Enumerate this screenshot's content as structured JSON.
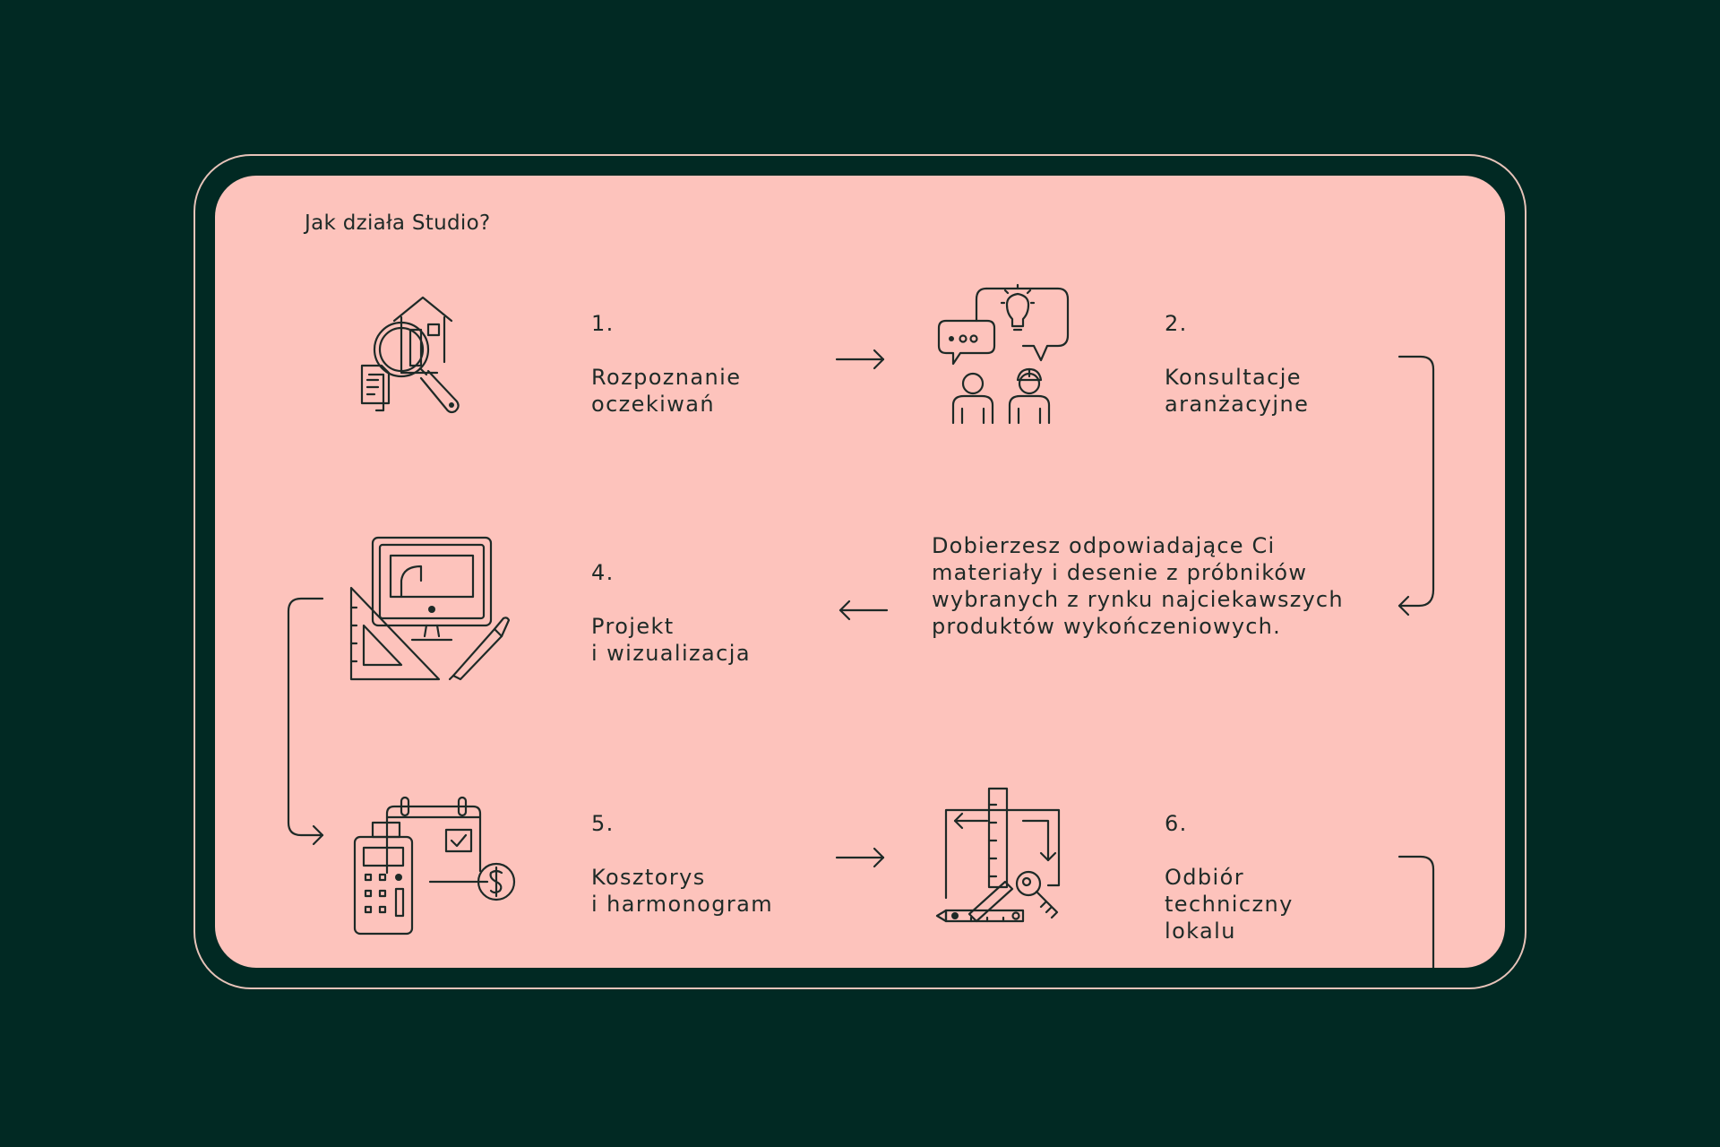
{
  "heading": "Jak działa Studio?",
  "steps": [
    {
      "number": "1.",
      "title": "Rozpoznanie\noczekiwań",
      "icon": "house-magnifier-icon"
    },
    {
      "number": "2.",
      "title": "Konsultacje\naranżacyjne",
      "icon": "consultation-icon"
    },
    {
      "number": "4.",
      "title": "Projekt\ni wizualizacja",
      "icon": "design-computer-icon"
    },
    {
      "number": "5.",
      "title": "Kosztorys\ni harmonogram",
      "icon": "cost-calendar-icon"
    },
    {
      "number": "6.",
      "title": "Odbiór\ntechniczny\nlokalu",
      "icon": "tools-key-icon"
    }
  ],
  "note": "Dobierzesz odpowiadające Ci\nmateriały i desenie z próbników\nwybranych z rynku najciekawszych\nproduktów wykończeniowych.",
  "colors": {
    "background": "#012923",
    "card": "#fdc3bc",
    "ink": "#1e2a27",
    "frame": "#e7c3b9"
  }
}
